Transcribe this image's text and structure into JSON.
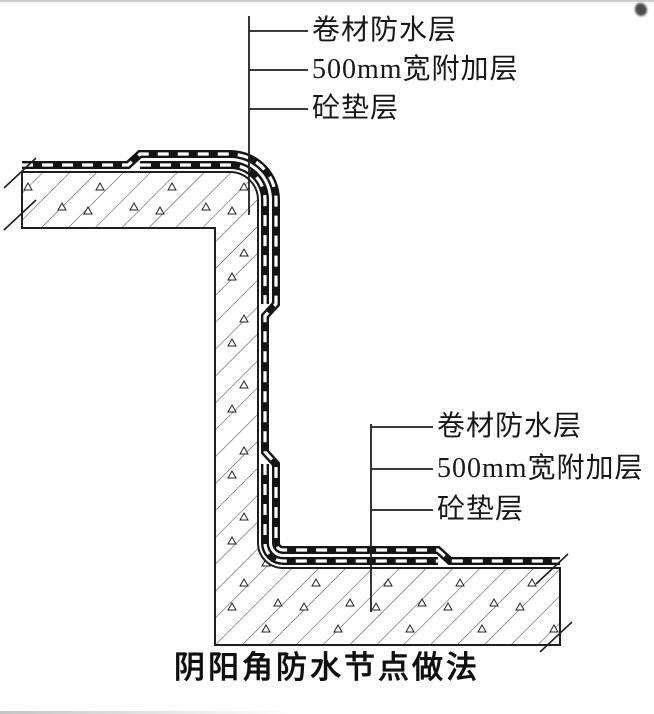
{
  "colors": {
    "paper": "#ffffff",
    "ink": "#1f1f1f",
    "band": "#141414",
    "hatch": "#4a4a4a"
  },
  "callouts": {
    "top": {
      "items": [
        "卷材防水层",
        "500mm宽附加层",
        "砼垫层"
      ]
    },
    "bottom": {
      "items": [
        "卷材防水层",
        "500mm宽附加层",
        "砼垫层"
      ]
    }
  },
  "caption": "阴阳角防水节点做法"
}
